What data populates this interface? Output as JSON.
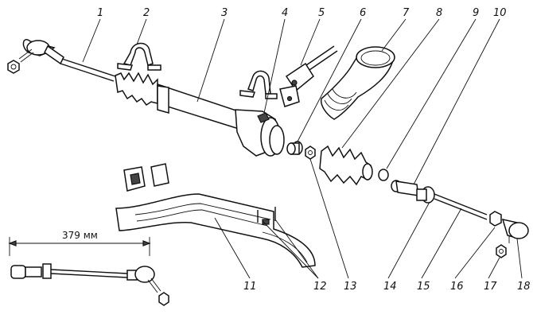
{
  "callouts": [
    "1",
    "2",
    "3",
    "4",
    "5",
    "6",
    "7",
    "8",
    "9",
    "10",
    "11",
    "12",
    "13",
    "14",
    "15",
    "16",
    "17",
    "18"
  ],
  "dimension": {
    "text": "379 мм"
  }
}
